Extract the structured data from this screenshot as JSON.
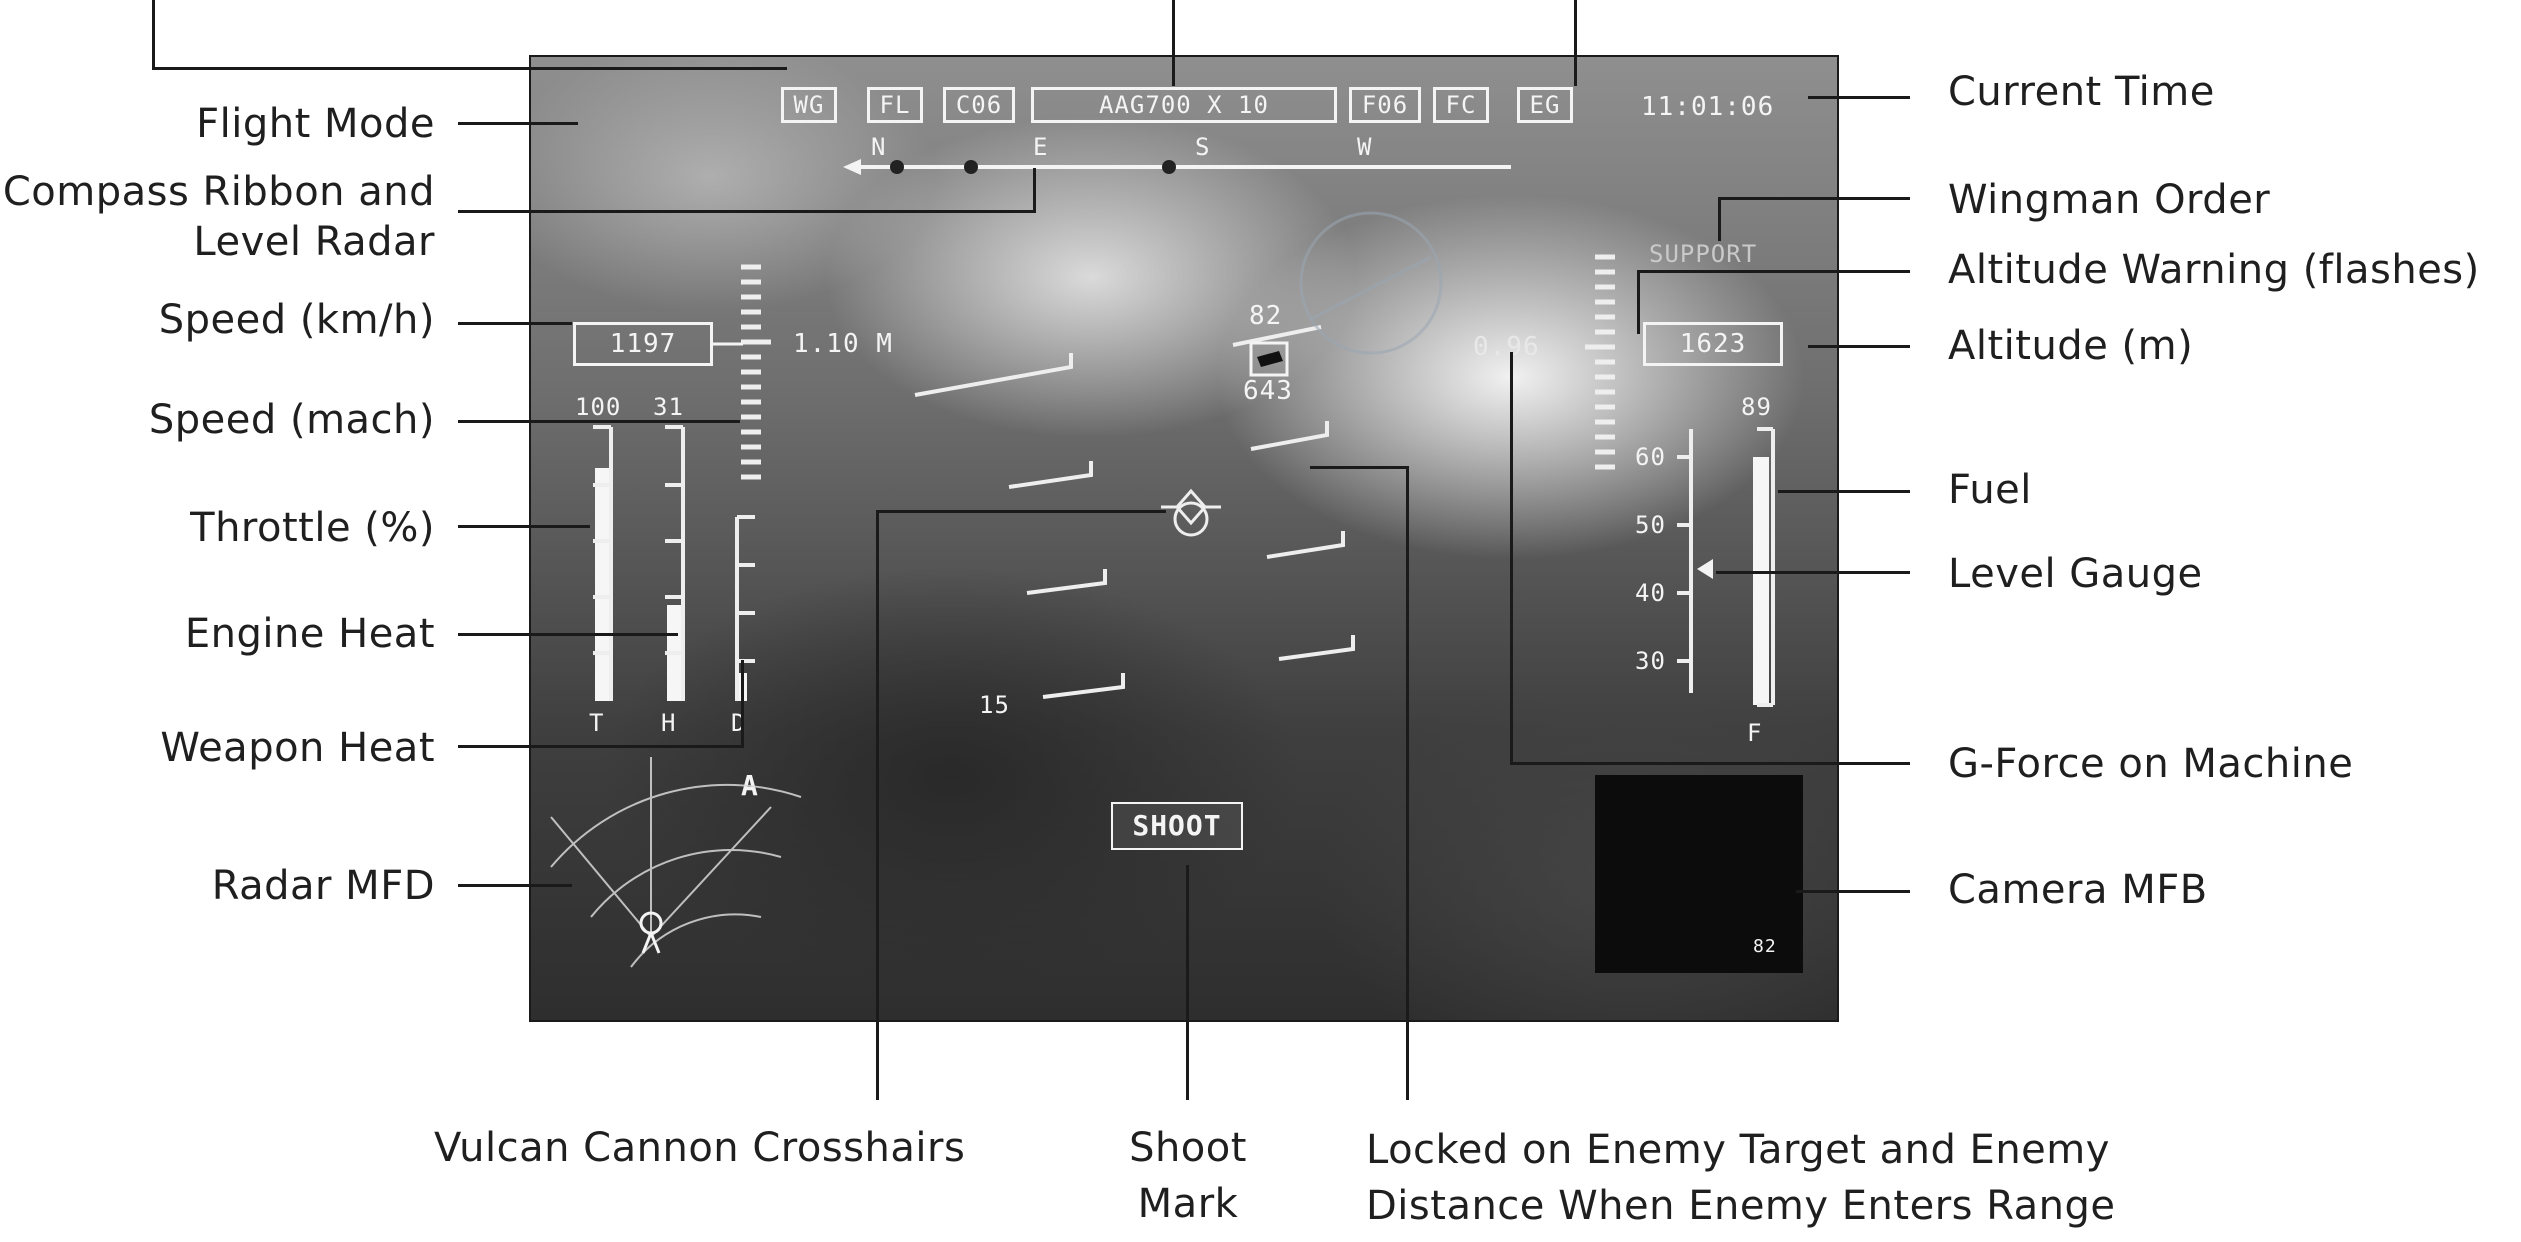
{
  "hud": {
    "mode_boxes": [
      "WG",
      "FL",
      "C06",
      "AAG700 X 10",
      "F06",
      "FC",
      "EG"
    ],
    "clock": "11:01:06",
    "compass_letters": [
      "N",
      "E",
      "S",
      "W"
    ],
    "speed_kmh": "1197",
    "speed_mach": "1.10 M",
    "gauge_top_labels": [
      "100",
      "31"
    ],
    "gauge_bottom_labels": [
      "T",
      "H",
      "D"
    ],
    "throttle_percent": 85,
    "engine_heat_fraction": 0.35,
    "weapon_heat_fraction": 0.15,
    "wingman_order": "SUPPORT",
    "g_force": "0.96",
    "altitude_m": "1623",
    "fuel_value": "89",
    "fuel_fraction": 0.9,
    "fuel_bottom_label": "F",
    "level_scale": [
      "60",
      "50",
      "40",
      "30"
    ],
    "target_number": "82",
    "target_distance": "643",
    "pitch_label": "15",
    "shoot_mark": "SHOOT",
    "radar_marker": "A",
    "camera_id": "82"
  },
  "callouts": {
    "flight_mode": "Flight Mode",
    "compass_line1": "Compass Ribbon and",
    "compass_line2": "Level Radar",
    "speed_kmh": "Speed (km/h)",
    "speed_mach": "Speed (mach)",
    "throttle": "Throttle (%)",
    "engine_heat": "Engine Heat",
    "weapon_heat": "Weapon Heat",
    "radar_mfd": "Radar MFD",
    "current_time": "Current Time",
    "wingman_order": "Wingman Order",
    "altitude_warning": "Altitude Warning (flashes)",
    "altitude": "Altitude (m)",
    "fuel": "Fuel",
    "level_gauge": "Level Gauge",
    "g_force": "G-Force on Machine",
    "camera_mfb": "Camera MFB",
    "vulcan": "Vulcan Cannon Crosshairs",
    "shoot_line1": "Shoot",
    "shoot_line2": "Mark",
    "locked_line1": "Locked on Enemy Target and Enemy",
    "locked_line2": "Distance When Enemy Enters Range"
  },
  "colors": {
    "hud_symbology": "#f4f4f4",
    "leader_lines": "#1a1a1a",
    "camera_panel": "#0c0c0c"
  }
}
